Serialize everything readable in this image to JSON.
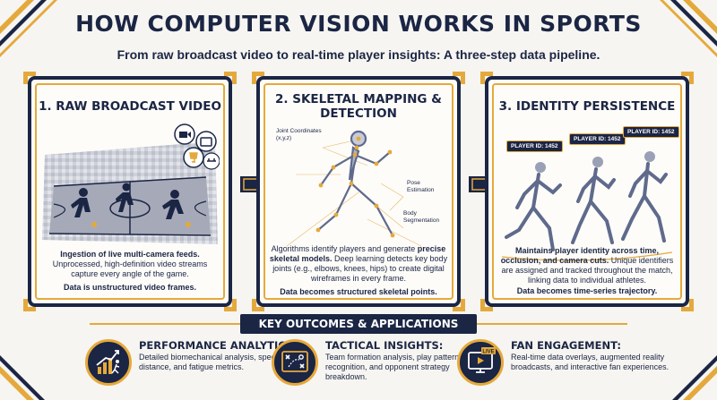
{
  "header": {
    "title": "HOW COMPUTER VISION WORKS IN SPORTS",
    "subtitle": "From raw broadcast video to real-time player insights: A three-step data pipeline."
  },
  "steps": [
    {
      "title": "1. RAW BROADCAST VIDEO",
      "text_bold_lead": "Ingestion of live multi-camera feeds.",
      "text": "Unprocessed, high-definition video streams capture every angle of the game.",
      "footer": "Data is unstructured video frames."
    },
    {
      "title": "2. SKELETAL MAPPING & DETECTION",
      "text_lead": "Algorithms identify players and generate",
      "text_bold": "precise skeletal models.",
      "text": "Deep learning detects key body joints (e.g., elbows, knees, hips) to create digital wireframes in every frame.",
      "footer": "Data becomes structured skeletal points.",
      "annotations": {
        "joints": "Joint Coordinates",
        "joints_sub": "(x,y,z)",
        "pose": "Pose",
        "pose_sub": "Estimation",
        "body": "Body",
        "body_sub": "Segmentation"
      }
    },
    {
      "title": "3. IDENTITY PERSISTENCE",
      "text_bold_lead": "Maintains player identity across time, occlusion, and camera cuts.",
      "text": "Unique identifiers are assigned and tracked throughout the match, linking data to individual athletes.",
      "footer": "Data becomes time-series trajectory.",
      "tags": [
        "PLAYER ID: 1452",
        "PLAYER ID: 1452",
        "PLAYER ID: 1452"
      ]
    }
  ],
  "outcomes": {
    "banner": "KEY OUTCOMES & APPLICATIONS",
    "items": [
      {
        "title": "PERFORMANCE ANALYTICS:",
        "text": "Detailed biomechanical analysis, speed, distance, and fatigue metrics.",
        "icon": "chart-runner-icon"
      },
      {
        "title": "TACTICAL INSIGHTS:",
        "text": "Team formation analysis, play pattern recognition, and opponent strategy breakdown.",
        "icon": "tactics-board-icon"
      },
      {
        "title": "FAN ENGAGEMENT:",
        "text": "Real-time data overlays, augmented reality broadcasts, and interactive fan experiences.",
        "icon": "live-tv-icon",
        "icon_badge": "LIVE"
      }
    ]
  },
  "colors": {
    "navy": "#1b2544",
    "gold": "#e5a93b",
    "background": "#f6f5f1"
  }
}
